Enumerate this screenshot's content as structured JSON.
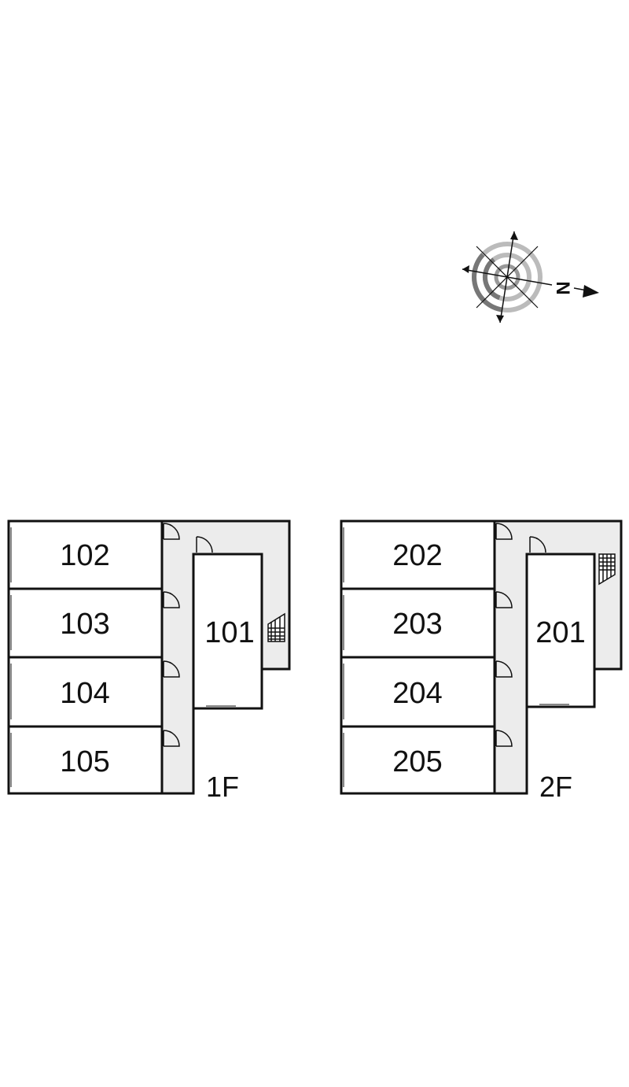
{
  "compass": {
    "label": "N"
  },
  "floors": [
    {
      "id": "1f",
      "label": "1F",
      "units": [
        "102",
        "103",
        "104",
        "105"
      ],
      "corner_unit": "101",
      "has_stairs": true
    },
    {
      "id": "2f",
      "label": "2F",
      "units": [
        "202",
        "203",
        "204",
        "205"
      ],
      "corner_unit": "201",
      "has_stairs": true
    }
  ],
  "colors": {
    "wall": "#111111",
    "corridor": "#ececec",
    "background": "#ffffff",
    "compass_dark": "#777777",
    "compass_light": "#bbbbbb"
  }
}
